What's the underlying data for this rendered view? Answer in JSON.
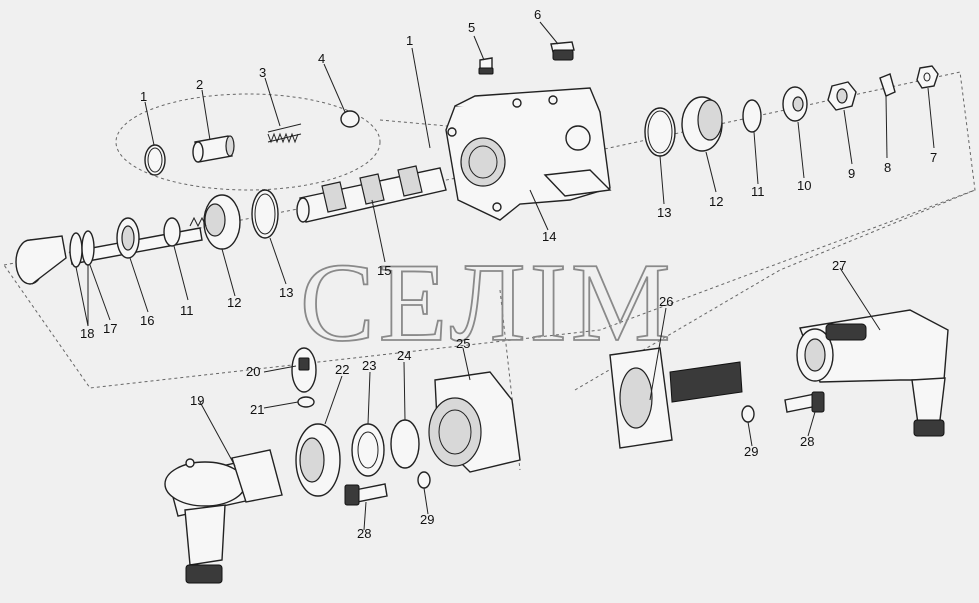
{
  "watermark": "СЕЛІМ",
  "callouts": {
    "c1a": "1",
    "c1b": "1",
    "c2": "2",
    "c3": "3",
    "c4": "4",
    "c5": "5",
    "c6": "6",
    "c7": "7",
    "c8": "8",
    "c9": "9",
    "c10": "10",
    "c11a": "11",
    "c11b": "11",
    "c12a": "12",
    "c12b": "12",
    "c13a": "13",
    "c13b": "13",
    "c14": "14",
    "c15": "15",
    "c16": "16",
    "c17": "17",
    "c18": "18",
    "c19": "19",
    "c20": "20",
    "c21": "21",
    "c22": "22",
    "c23": "23",
    "c24": "24",
    "c25": "25",
    "c26": "26",
    "c27": "27",
    "c28a": "28",
    "c28b": "28",
    "c29a": "29",
    "c29b": "29"
  },
  "colors": {
    "background": "#f0f0f0",
    "line": "#222222",
    "watermark": "#8a8a8a"
  }
}
